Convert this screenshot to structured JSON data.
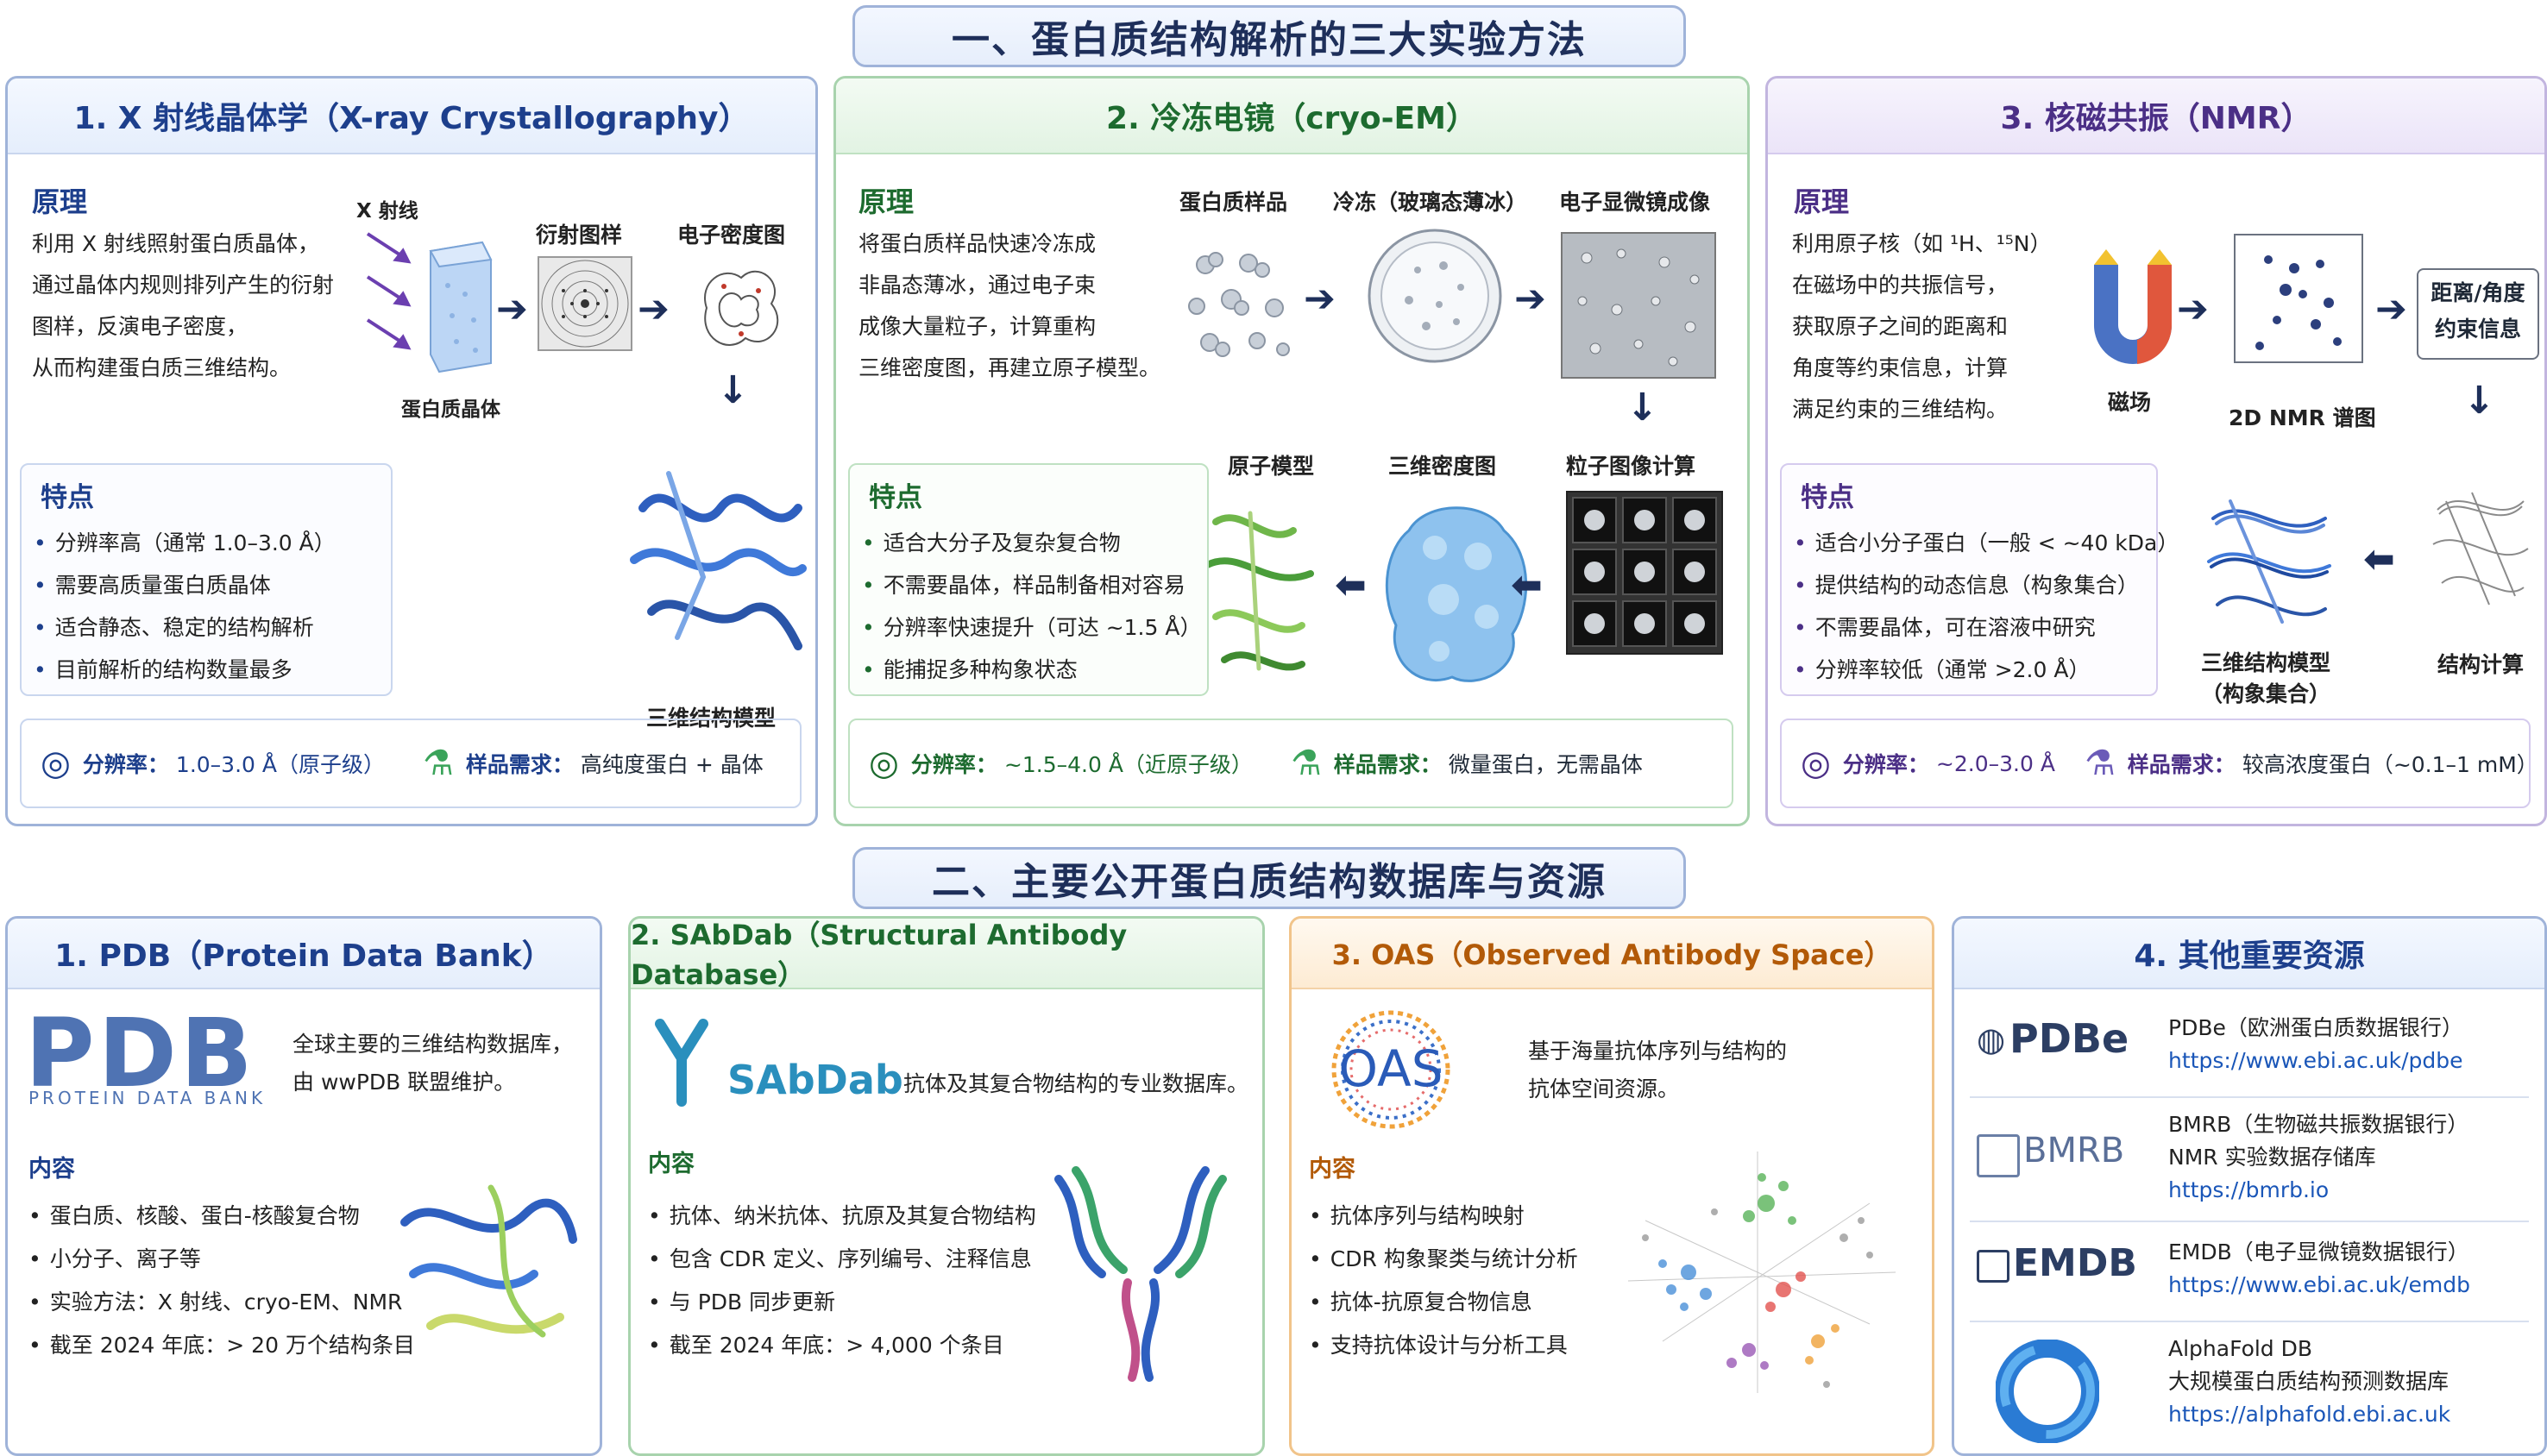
{
  "section1": {
    "title": "一、蛋白质结构解析的三大实验方法"
  },
  "xray": {
    "title": "1. X 射线晶体学（X-ray Crystallography）",
    "principle_title": "原理",
    "principle_lines": [
      "利用 X 射线照射蛋白质晶体，",
      "通过晶体内规则排列产生的衍射",
      "图样，反演电子密度，",
      "从而构建蛋白质三维结构。"
    ],
    "fig_labels": {
      "xray": "X 射线",
      "diffraction": "衍射图样",
      "density": "电子密度图",
      "crystal": "蛋白质晶体",
      "model": "三维结构模型"
    },
    "features_title": "特点",
    "features": [
      "分辨率高（通常 1.0–3.0 Å）",
      "需要高质量蛋白质晶体",
      "适合静态、稳定的结构解析",
      "目前解析的结构数量最多"
    ],
    "resolution_key": "分辨率：",
    "resolution_val": "1.0–3.0 Å（原子级）",
    "sample_key": "样品需求：",
    "sample_val": "高纯度蛋白 + 晶体"
  },
  "cryoem": {
    "title": "2. 冷冻电镜（cryo-EM）",
    "principle_title": "原理",
    "principle_lines": [
      "将蛋白质样品快速冷冻成",
      "非晶态薄冰，通过电子束",
      "成像大量粒子，计算重构",
      "三维密度图，再建立原子模型。"
    ],
    "fig_labels": {
      "sample": "蛋白质样品",
      "freeze": "冷冻（玻璃态薄冰）",
      "em": "电子显微镜成像",
      "atom": "原子模型",
      "density": "三维密度图",
      "particle": "粒子图像计算"
    },
    "features_title": "特点",
    "features": [
      "适合大分子及复杂复合物",
      "不需要晶体，样品制备相对容易",
      "分辨率快速提升（可达 ~1.5 Å）",
      "能捕捉多种构象状态"
    ],
    "resolution_key": "分辨率：",
    "resolution_val": "~1.5–4.0 Å（近原子级）",
    "sample_key": "样品需求：",
    "sample_val": "微量蛋白，无需晶体"
  },
  "nmr": {
    "title": "3. 核磁共振（NMR）",
    "principle_title": "原理",
    "principle_lines": [
      "利用原子核（如 ¹H、¹⁵N）",
      "在磁场中的共振信号，",
      "获取原子之间的距离和",
      "角度等约束信息，计算",
      "满足约束的三维结构。"
    ],
    "fig_labels": {
      "magnet": "磁场",
      "spectrum": "2D NMR 谱图",
      "constraint_1": "距离/角度",
      "constraint_2": "约束信息",
      "calc": "结构计算",
      "model_1": "三维结构模型",
      "model_2": "（构象集合）"
    },
    "features_title": "特点",
    "features": [
      "适合小分子蛋白（一般 < ~40 kDa）",
      "提供结构的动态信息（构象集合）",
      "不需要晶体，可在溶液中研究",
      "分辨率较低（通常 >2.0 Å）"
    ],
    "resolution_key": "分辨率：",
    "resolution_val": "~2.0–3.0 Å",
    "sample_key": "样品需求：",
    "sample_val": "较高浓度蛋白（~0.1–1 mM）"
  },
  "section2": {
    "title": "二、主要公开蛋白质结构数据库与资源"
  },
  "pdb": {
    "title": "1. PDB（Protein Data Bank）",
    "logo": "PDB",
    "logo_sub": "PROTEIN DATA BANK",
    "desc_lines": [
      "全球主要的三维结构数据库，",
      "由 wwPDB 联盟维护。"
    ],
    "content_title": "内容",
    "items": [
      "蛋白质、核酸、蛋白-核酸复合物",
      "小分子、离子等",
      "实验方法：X 射线、cryo-EM、NMR",
      "截至 2024 年底：> 20 万个结构条目"
    ]
  },
  "sabdab": {
    "title": "2. SAbDab（Structural Antibody Database）",
    "logo": "SAbDab",
    "desc": "抗体及其复合物结构的专业数据库。",
    "content_title": "内容",
    "items": [
      "抗体、纳米抗体、抗原及其复合物结构",
      "包含 CDR 定义、序列编号、注释信息",
      "与 PDB 同步更新",
      "截至 2024 年底：> 4,000 个条目"
    ]
  },
  "oas": {
    "title": "3. OAS（Observed Antibody Space）",
    "logo": "OAS",
    "desc_lines": [
      "基于海量抗体序列与结构的",
      "抗体空间资源。"
    ],
    "content_title": "内容",
    "items": [
      "抗体序列与结构映射",
      "CDR 构象聚类与统计分析",
      "抗体-抗原复合物信息",
      "支持抗体设计与分析工具"
    ]
  },
  "resources": {
    "title": "4. 其他重要资源",
    "rows": [
      {
        "logo": "PDBe",
        "lines": [
          "PDBe（欧洲蛋白质数据银行）"
        ],
        "link": "https://www.ebi.ac.uk/pdbe"
      },
      {
        "logo": "BMRB",
        "lines": [
          "BMRB（生物磁共振数据银行）",
          "NMR 实验数据存储库"
        ],
        "link": "https://bmrb.io"
      },
      {
        "logo": "EMDB",
        "lines": [
          "EMDB（电子显微镜数据银行）"
        ],
        "link": "https://www.ebi.ac.uk/emdb"
      },
      {
        "logo": "",
        "lines": [
          "AlphaFold DB",
          "大规模蛋白质结构预测数据库"
        ],
        "link": "https://alphafold.ebi.ac.uk"
      }
    ]
  },
  "colors": {
    "blue": "#1d3f8c",
    "green": "#1d6b2f",
    "purple": "#4b2f86",
    "orange": "#b25a08",
    "link": "#1a56b8"
  }
}
